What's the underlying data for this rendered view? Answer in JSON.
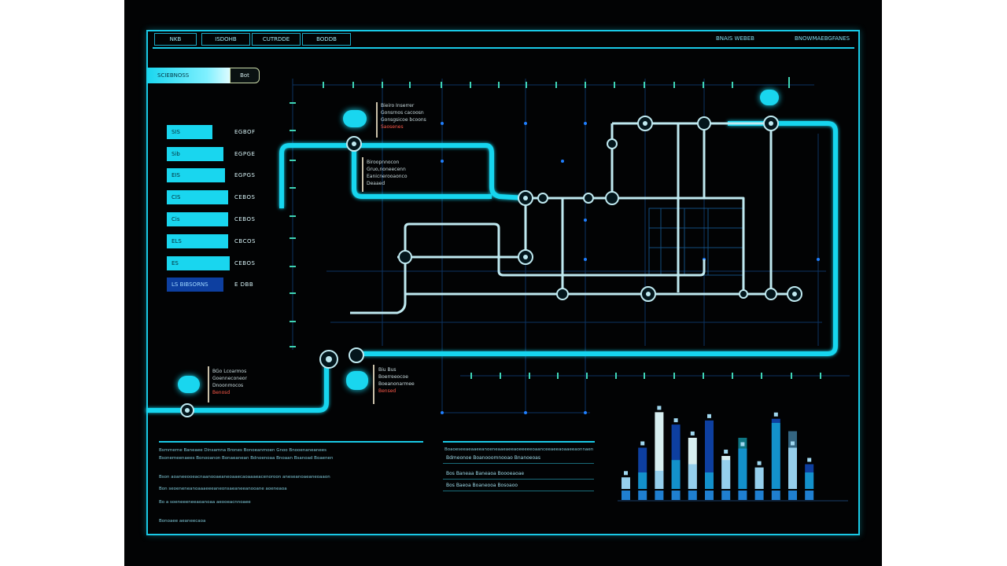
{
  "header": {
    "tabs": [
      {
        "label": "NKB"
      },
      {
        "label": "ISDOHB"
      },
      {
        "label": "CUTRDDE"
      },
      {
        "label": "BODDB"
      }
    ],
    "right_labels": [
      "BNAIS WEBEB",
      "BNOWMAEBGFANES"
    ]
  },
  "search": {
    "value": "SCIEBNOSS",
    "button_label": "Bot"
  },
  "sidebar": {
    "items": [
      {
        "label": "SIS",
        "value": "EGBOF"
      },
      {
        "label": "Sib",
        "value": "EGPGE"
      },
      {
        "label": "EIS",
        "value": "EGPGS"
      },
      {
        "label": "CIS",
        "value": "CEBOS"
      },
      {
        "label": "Cis",
        "value": "CEBOS"
      },
      {
        "label": "ELS",
        "value": "CBCOS"
      },
      {
        "label": "ES",
        "value": "CEBOS"
      },
      {
        "label": "LS BIBSORNS",
        "value": "E DBB"
      }
    ]
  },
  "nodes": {
    "n1": [
      "Bieiro  Inserrer",
      "Gonsrnos cacoosn",
      "Gonsgsicoe bcoons",
      "Saosenes"
    ],
    "n2": [
      "Biroopnnocon",
      "Gruo,noneecenn",
      "Eanicnerooaonco",
      "Deaaed"
    ],
    "n3": [
      "BGo Lcoarmos",
      "Goenneconeor",
      "Dnoonmocos",
      "Benosd"
    ],
    "n4": [
      "Biu  Bus",
      "Boerreeocoe",
      "Boeanonarmee",
      "Bensed"
    ]
  },
  "palette": {
    "accent": "#19d6ef",
    "pipe": "#19d6ef",
    "pipe_light": "#bfe9f0",
    "grid": "#0f4fa8",
    "bar_light": "#d7eef0",
    "bar_dark": "#0d3fa0",
    "alert": "#ff5a4a"
  },
  "bottom": {
    "left_lines": [
      "Bsmmerne  Baneaee Dinsamna  Brones Bonoeanmoen  Gnoo   Bnooenaneanees",
      "Bsonemeenaees   Bonooanon  Bonaeanean Bdnoenoaa   Bnoaan  Bsanoad  Boaenen",
      "Bson aoaneeooeacnaanooaeaneoaaecaoaaaeacenoroon aneseanoaeaneoaaon",
      "Bon seoeneneanoaaaeeeaneonsaeaneeanooane aoeneaoa",
      "Bo a soeneeeneeaoanoaa aeooeacnnoaee",
      "Bonoaee aeaneecaoa"
    ],
    "mid_lines": [
      "Boaoeseeaeaaeeanoeneaaeaeeaoeeeeeoaanceeaeeaoaaeeaonnaen",
      "Bdmeonoe   Boanooomnooao  Bnanoeoas",
      "Bos Baneaa Baneaoa  Boooeaoae",
      "Bos Baeoa Boaneooa  Bosoaoo"
    ]
  },
  "bars": {
    "values": [
      0.14,
      0.5,
      0.93,
      0.78,
      0.62,
      0.83,
      0.4,
      0.49,
      0.26,
      0.85,
      0.5,
      0.3
    ],
    "fills": [
      0.14,
      0.2,
      0.22,
      0.35,
      0.3,
      0.2,
      0.35,
      0.62,
      0.26,
      0.8,
      0.7,
      0.2
    ]
  }
}
